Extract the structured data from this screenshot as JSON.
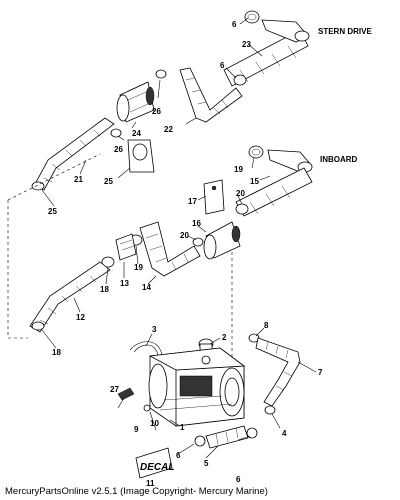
{
  "sections": {
    "stern_drive": "STERN DRIVE",
    "inboard": "INBOARD"
  },
  "decal_text": "DECAL",
  "callouts": {
    "c1": "1",
    "c2": "2",
    "c3": "3",
    "c4": "4",
    "c5": "5",
    "c6a": "6",
    "c6b": "6",
    "c6c": "6",
    "c6d": "6",
    "c7": "7",
    "c8": "8",
    "c9": "9",
    "c10": "10",
    "c11": "11",
    "c12": "12",
    "c13": "13",
    "c14": "14",
    "c15": "15",
    "c16": "16",
    "c17": "17",
    "c18a": "18",
    "c18b": "18",
    "c19a": "19",
    "c19b": "19",
    "c20a": "20",
    "c20b": "20",
    "c21": "21",
    "c22": "22",
    "c23": "23",
    "c24": "24",
    "c25a": "25",
    "c25b": "25",
    "c26a": "26",
    "c26b": "26",
    "c27": "27"
  },
  "footer": "MercuryPartsOnline v2.5.1 (Image Copyright- Mercury Marine)"
}
